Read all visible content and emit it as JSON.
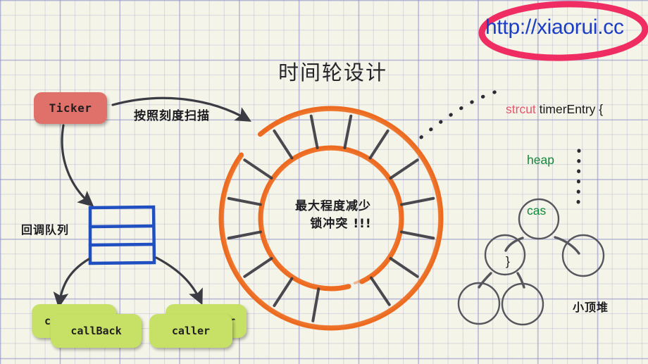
{
  "page": {
    "title": "时间轮设计",
    "background_color": "#f4f4e8",
    "grid_color": "#8c8cc8"
  },
  "annotation": {
    "url_text": "http://xiaorui.cc",
    "url_color": "#1b3fc4",
    "circle_color": "#ef2d63"
  },
  "diagram": {
    "title": "时间轮设计",
    "ticker": {
      "label": "Ticker",
      "color": "#e0706a"
    },
    "scan_arrow_label": "按照刻度扫描",
    "queue_label": "回调队列",
    "queue": {
      "rows": 3,
      "color": "#1f4fc0"
    },
    "wheel": {
      "center_text_line1": "最大程度减少",
      "center_text_line2": "锁冲突 !!!",
      "color": "#ec6b20",
      "tick_count": 16
    },
    "callback_boxes": [
      {
        "label": "c",
        "front_label": "callBack"
      },
      {
        "label": "r",
        "front_label": "caller"
      }
    ],
    "green_color": "#c6e165"
  },
  "code": {
    "keyword": "strcut",
    "struct_name": " timerEntry {",
    "fields": [
      "heap",
      "cas"
    ],
    "close": "}",
    "keyword_color": "#e8556c",
    "field_color": "#0f8b3c"
  },
  "heap": {
    "label": "小顶堆",
    "node_count": 5
  }
}
